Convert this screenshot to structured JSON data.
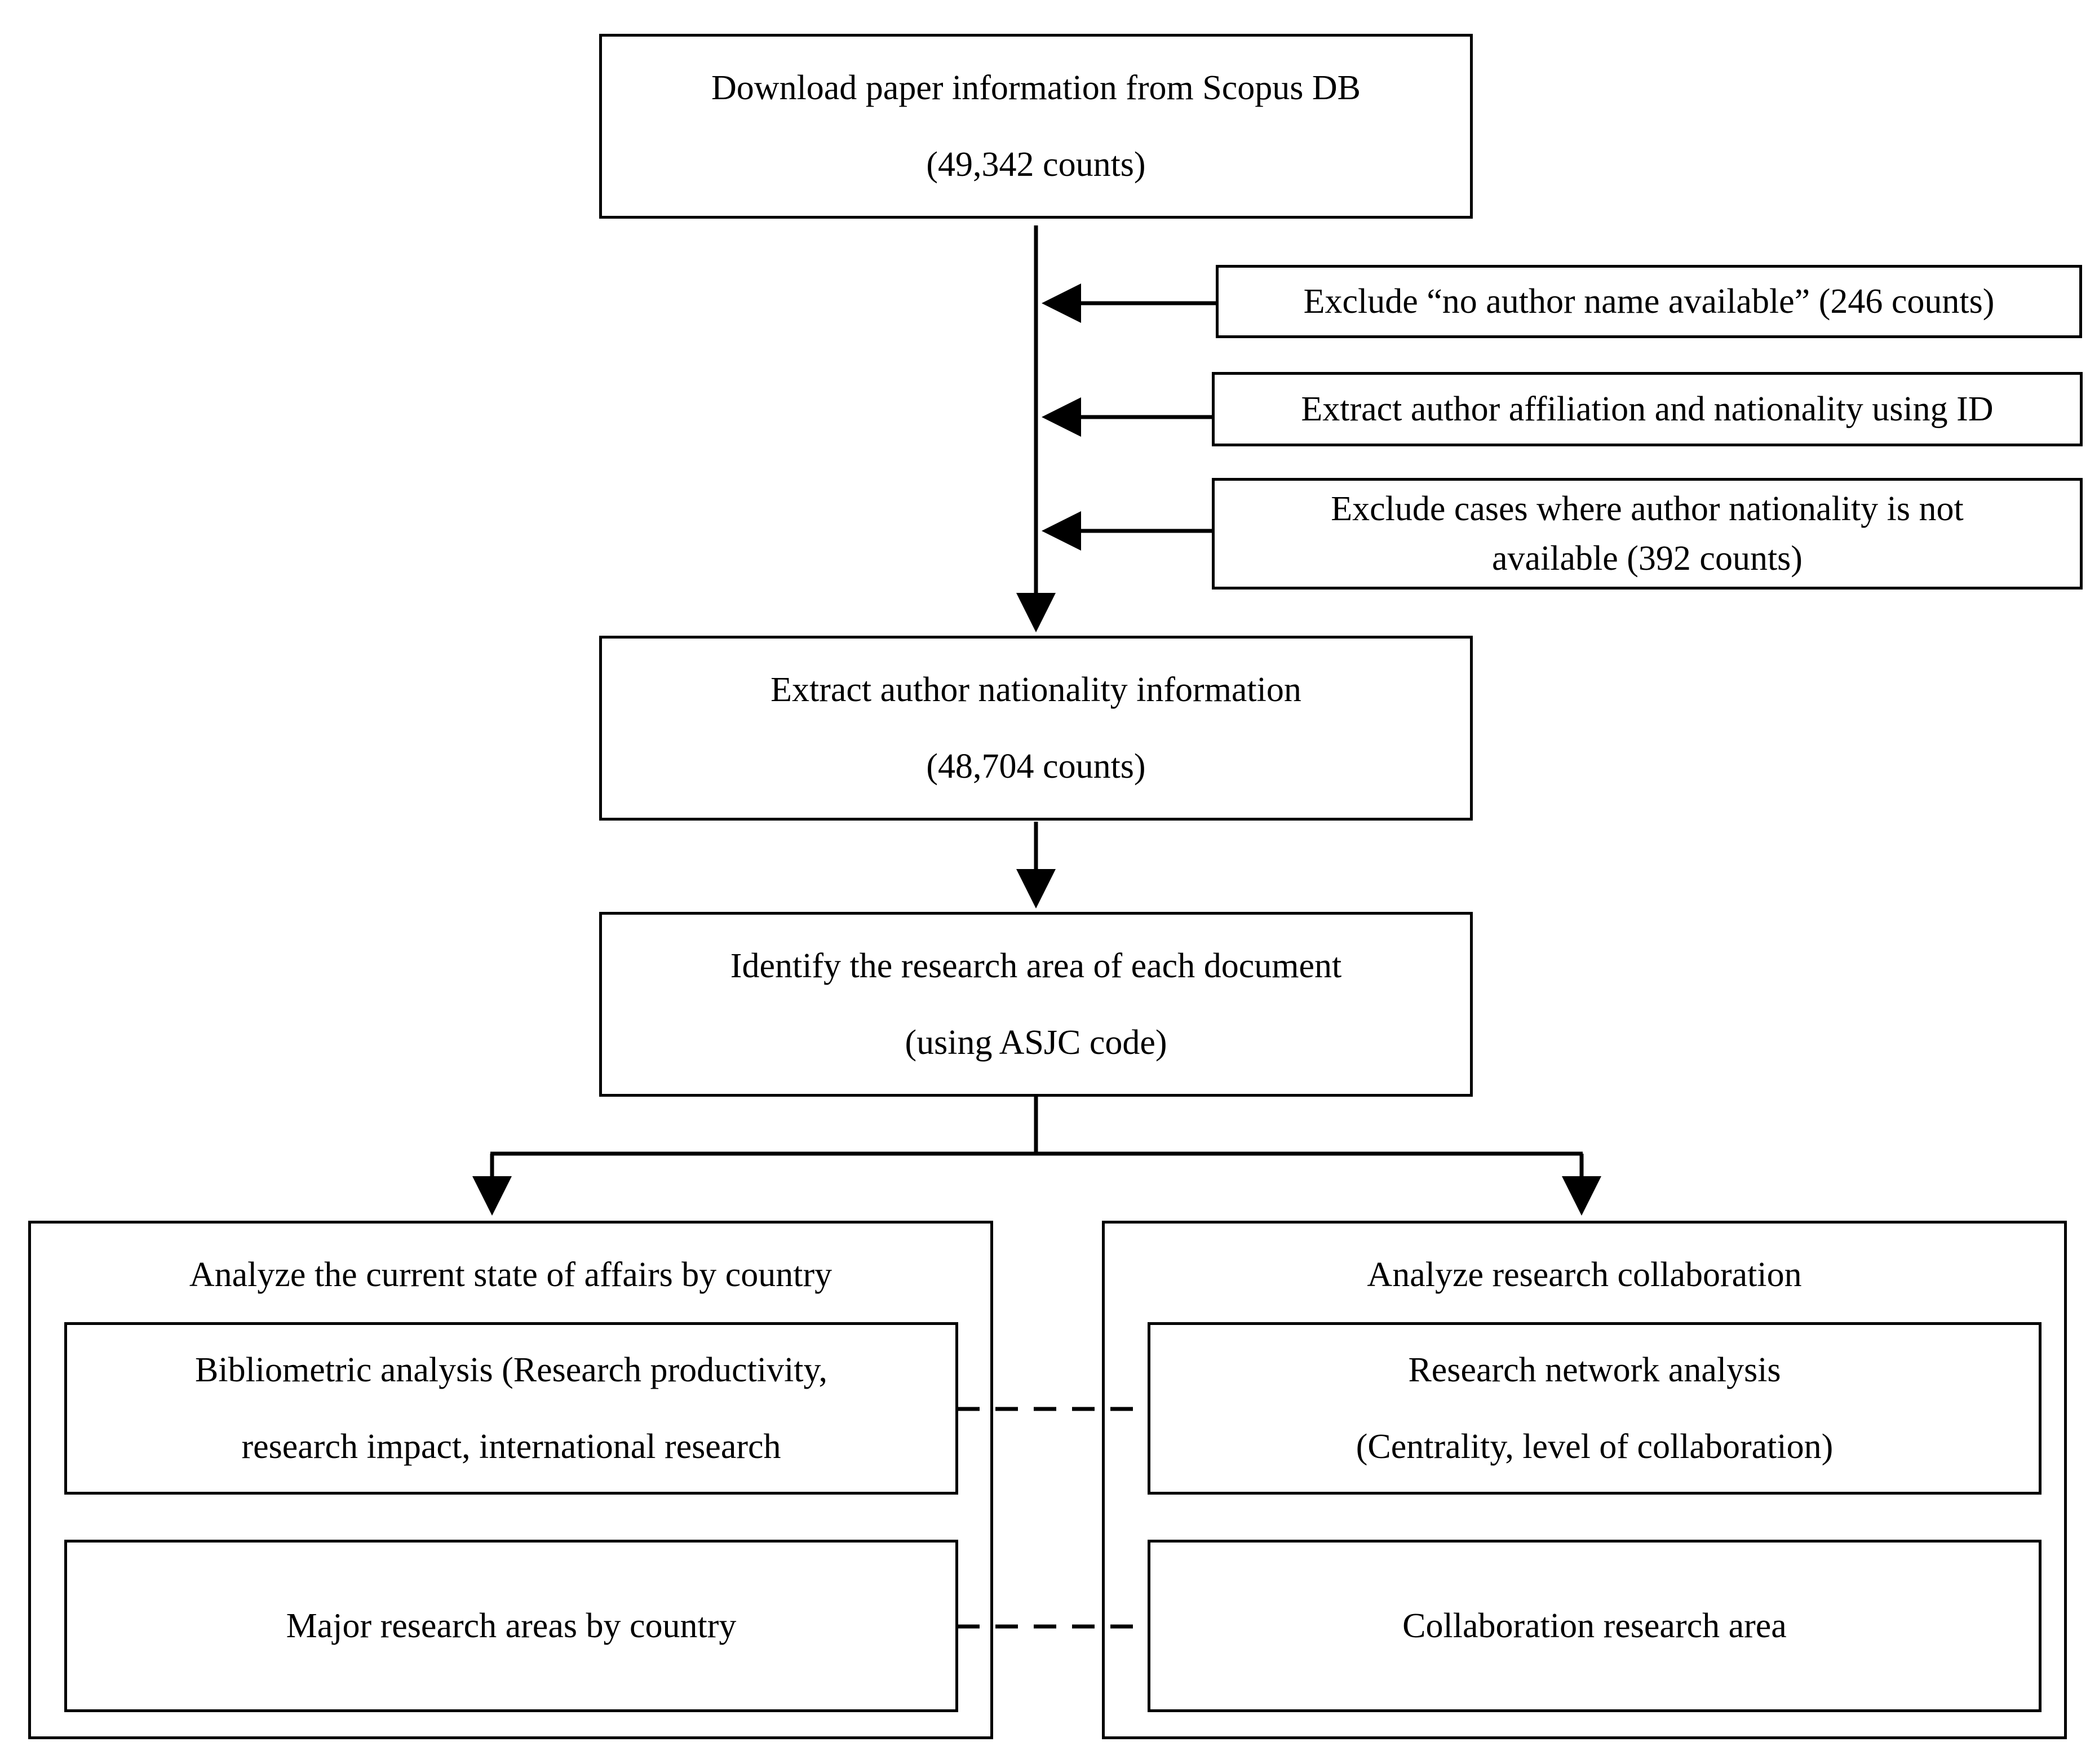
{
  "steps": {
    "download": {
      "line1": "Download paper information from Scopus DB",
      "line2": "(49,342 counts)"
    },
    "exclude_author": "Exclude “no author name available” (246 counts)",
    "extract_affiliation": "Extract author affiliation and nationality using ID",
    "exclude_nationality": {
      "line1": "Exclude cases where author nationality is not",
      "line2": "available (392 counts)"
    },
    "extract_nationality": {
      "line1": "Extract author nationality information",
      "line2": "(48,704 counts)"
    },
    "identify_area": {
      "line1": "Identify the research area of each document",
      "line2": "(using ASJC code)"
    }
  },
  "left_group": {
    "title": "Analyze the current state of affairs by country",
    "bibliometric": {
      "line1": "Bibliometric analysis (Research productivity,",
      "line2": "research impact, international research"
    },
    "major_areas": "Major research areas by country"
  },
  "right_group": {
    "title": "Analyze research collaboration",
    "network": {
      "line1": "Research network analysis",
      "line2": "(Centrality, level of collaboration)"
    },
    "collab_area": "Collaboration research area"
  }
}
